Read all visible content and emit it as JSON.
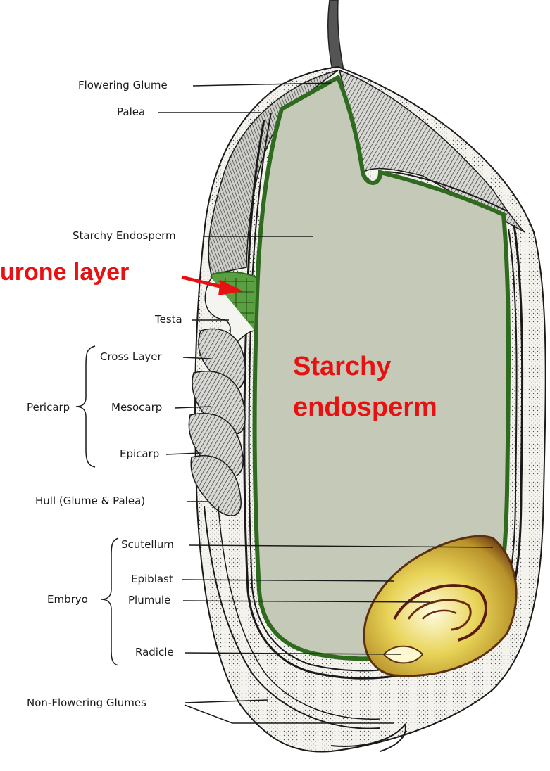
{
  "labels": {
    "flowering_glume": "Flowering Glume",
    "palea": "Palea",
    "starchy_endosperm": "Starchy Endosperm",
    "testa": "Testa",
    "cross_layer": "Cross Layer",
    "pericarp": "Pericarp",
    "mesocarp": "Mesocarp",
    "epicarp": "Epicarp",
    "hull": "Hull (Glume & Palea)",
    "scutellum": "Scutellum",
    "epiblast": "Epiblast",
    "embryo": "Embryo",
    "plumule": "Plumule",
    "radicle": "Radicle",
    "non_flowering_glumes": "Non-Flowering Glumes"
  },
  "annotations": {
    "aleurone_layer": "urone layer",
    "starchy_line1": "Starchy",
    "starchy_line2": "endosperm"
  },
  "colors": {
    "endosperm_fill": "#c5c9b8",
    "aleurone_green": "#2e6b1f",
    "annotation_red": "#e81010",
    "embryo_yellow": "#e8d458"
  }
}
